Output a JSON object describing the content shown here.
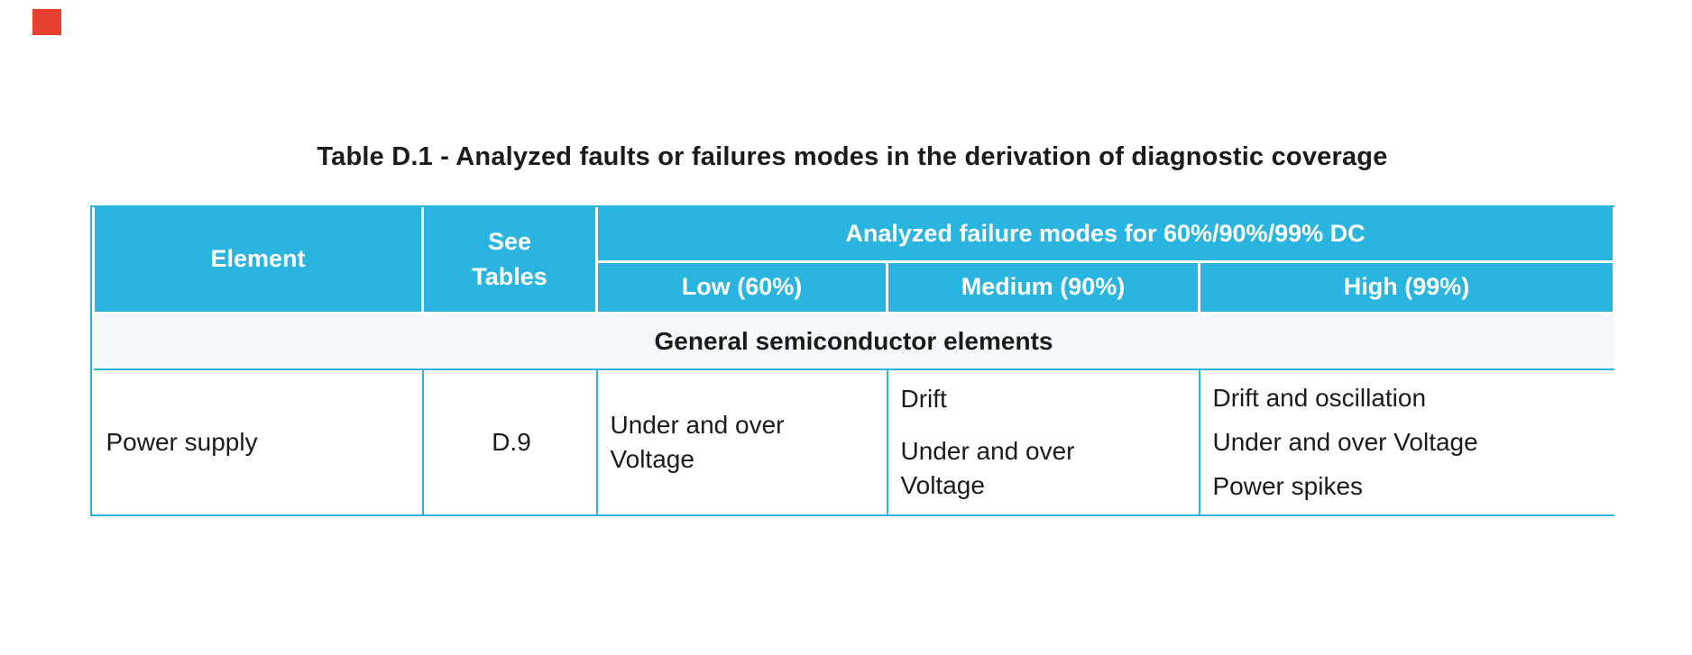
{
  "title": "Table D.1 - Analyzed faults or failures modes in the derivation of diagnostic coverage",
  "colors": {
    "header_bg": "#2ab5e0",
    "table_border": "#2ab5e0",
    "section_bg": "#f4f9fc",
    "header_text": "#ffffff",
    "body_text": "#1b1b1b",
    "marker_red": "#e8402f"
  },
  "table": {
    "header": {
      "element": "Element",
      "see_tables": "See Tables",
      "analyzed": "Analyzed failure modes for 60%/90%/99% DC",
      "low": "Low (60%)",
      "medium": "Medium (90%)",
      "high": "High (99%)"
    },
    "section": "General semiconductor elements",
    "rows": [
      {
        "element": "Power supply",
        "see_tables": "D.9",
        "low": [
          "Under and over Voltage"
        ],
        "medium": [
          "Drift",
          "Under and over Voltage"
        ],
        "high": [
          "Drift and oscillation",
          "Under and over Voltage",
          "Power spikes"
        ]
      }
    ]
  }
}
